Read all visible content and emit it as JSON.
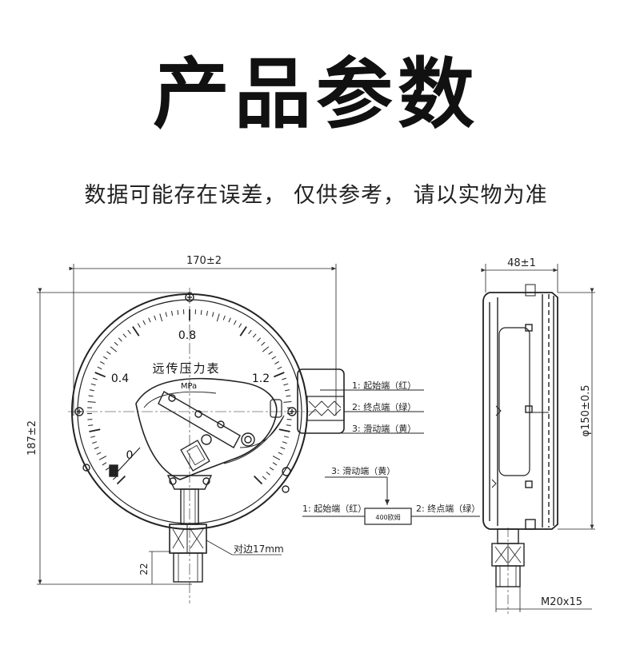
{
  "header": {
    "title": "产品参数",
    "subtitle": "数据可能存在误差，  仅供参考，  请以实物为准"
  },
  "front_view": {
    "width_dim": "170±2",
    "height_dim": "187±2",
    "thread_len": "22",
    "hex_label": "对边17mm",
    "dial_title": "远传压力表",
    "unit": "MPa",
    "scale": [
      "0",
      "0.4",
      "0.8",
      "1.2"
    ]
  },
  "side_view": {
    "depth_dim": "48±1",
    "dia_dim": "φ150±0.5",
    "thread_dim": "M20x15"
  },
  "wiring": {
    "t1": "1: 起始端（红）",
    "t2": "2: 终点端（绿）",
    "t3": "3: 滑动端（黄）",
    "resistor": "400欧姆"
  },
  "colors": {
    "ink": "#1a1a1a",
    "line": "#333333"
  }
}
